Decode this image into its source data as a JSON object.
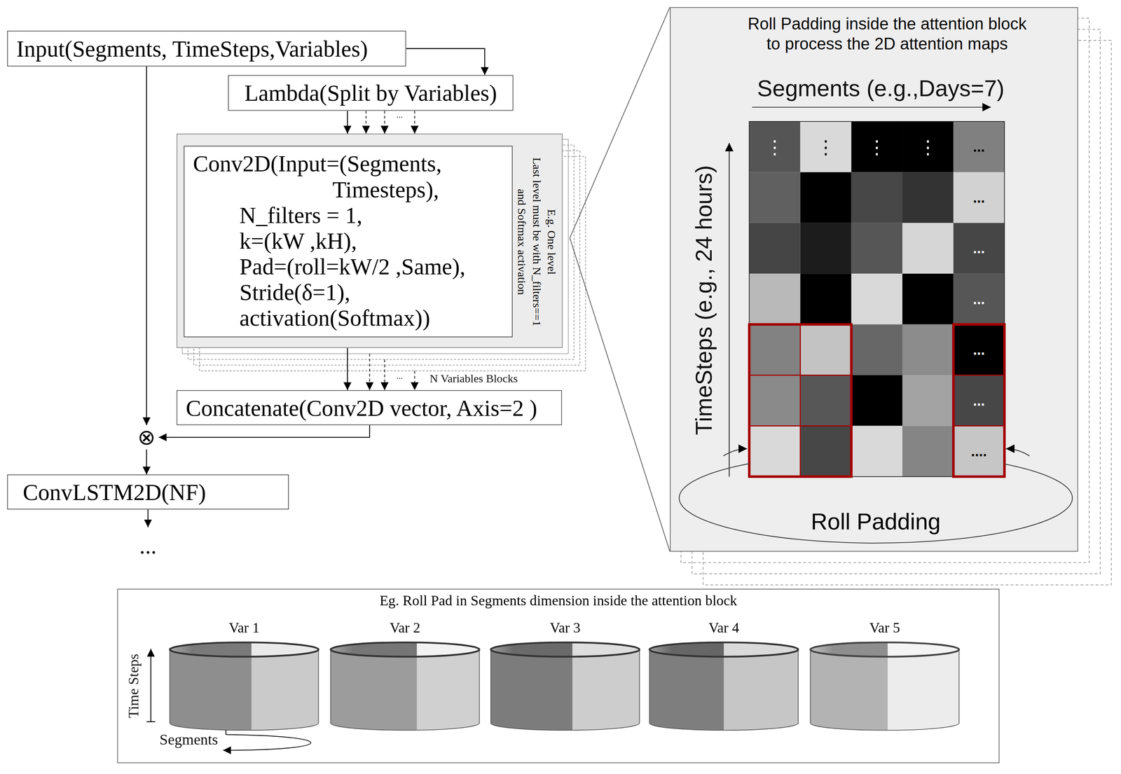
{
  "diagram": {
    "nodes": [
      {
        "text": [
          "Input(Segments, TimeSteps,Variables)"
        ]
      },
      {
        "text": [
          "Lambda(Split by Variables)"
        ]
      },
      {
        "text": [
          "E.g. One level",
          "Last level must be with N_filters==1 and Softmax activation"
        ]
      },
      {
        "text": [
          "Conv2D(Input=(Segments,",
          "Timesteps),",
          "N_filters = 1,",
          "k=(kW ,kH),",
          "Pad=(roll=kW/2 ,Same),",
          "Stride(δ=1),",
          "activation(Softmax))"
        ],
        "in": 2
      },
      {
        "text": [
          "Concatenate(Conv2D vector, Axis=2 )"
        ]
      },
      {
        "text": [
          "⊗"
        ]
      },
      {
        "text": [
          "ConvLSTM2D(NF)"
        ]
      },
      {
        "text": [
          "Roll Padding inside the attention block to process the 2D attention maps"
        ]
      },
      {
        "text": [
          "Roll Padding"
        ],
        "in": 7
      },
      {
        "text": [
          "Eg. Roll Pad in Segments dimension inside the attention block"
        ]
      },
      {
        "text": [
          "Var 1"
        ],
        "in": 9
      },
      {
        "text": [
          "Var 2"
        ],
        "in": 9
      },
      {
        "text": [
          "Var 3"
        ],
        "in": 9
      },
      {
        "text": [
          "Var 4"
        ],
        "in": 9
      },
      {
        "text": [
          "Var 5"
        ],
        "in": 9
      }
    ],
    "edges": [
      {
        "from": 0,
        "to": 1,
        "arrow": "to"
      },
      {
        "from": 1,
        "to": 2,
        "arrow": "to"
      },
      {
        "from": 2,
        "to": 4,
        "arrow": "to"
      },
      {
        "from": 0,
        "to": 5,
        "arrow": "to"
      },
      {
        "from": 4,
        "to": 5,
        "arrow": "to"
      },
      {
        "from": 5,
        "to": 6,
        "arrow": "to"
      }
    ],
    "labels": [
      "...",
      "...",
      "N Variables Blocks",
      "...",
      "Segments (e.g.,Days=7)",
      "TimeSteps (e.g., 24 hours)",
      "⋮",
      "⋮",
      "⋮",
      "⋮",
      "...",
      "...",
      "...",
      "...",
      "...",
      "...",
      "....",
      "Time Steps",
      "Segments"
    ]
  }
}
